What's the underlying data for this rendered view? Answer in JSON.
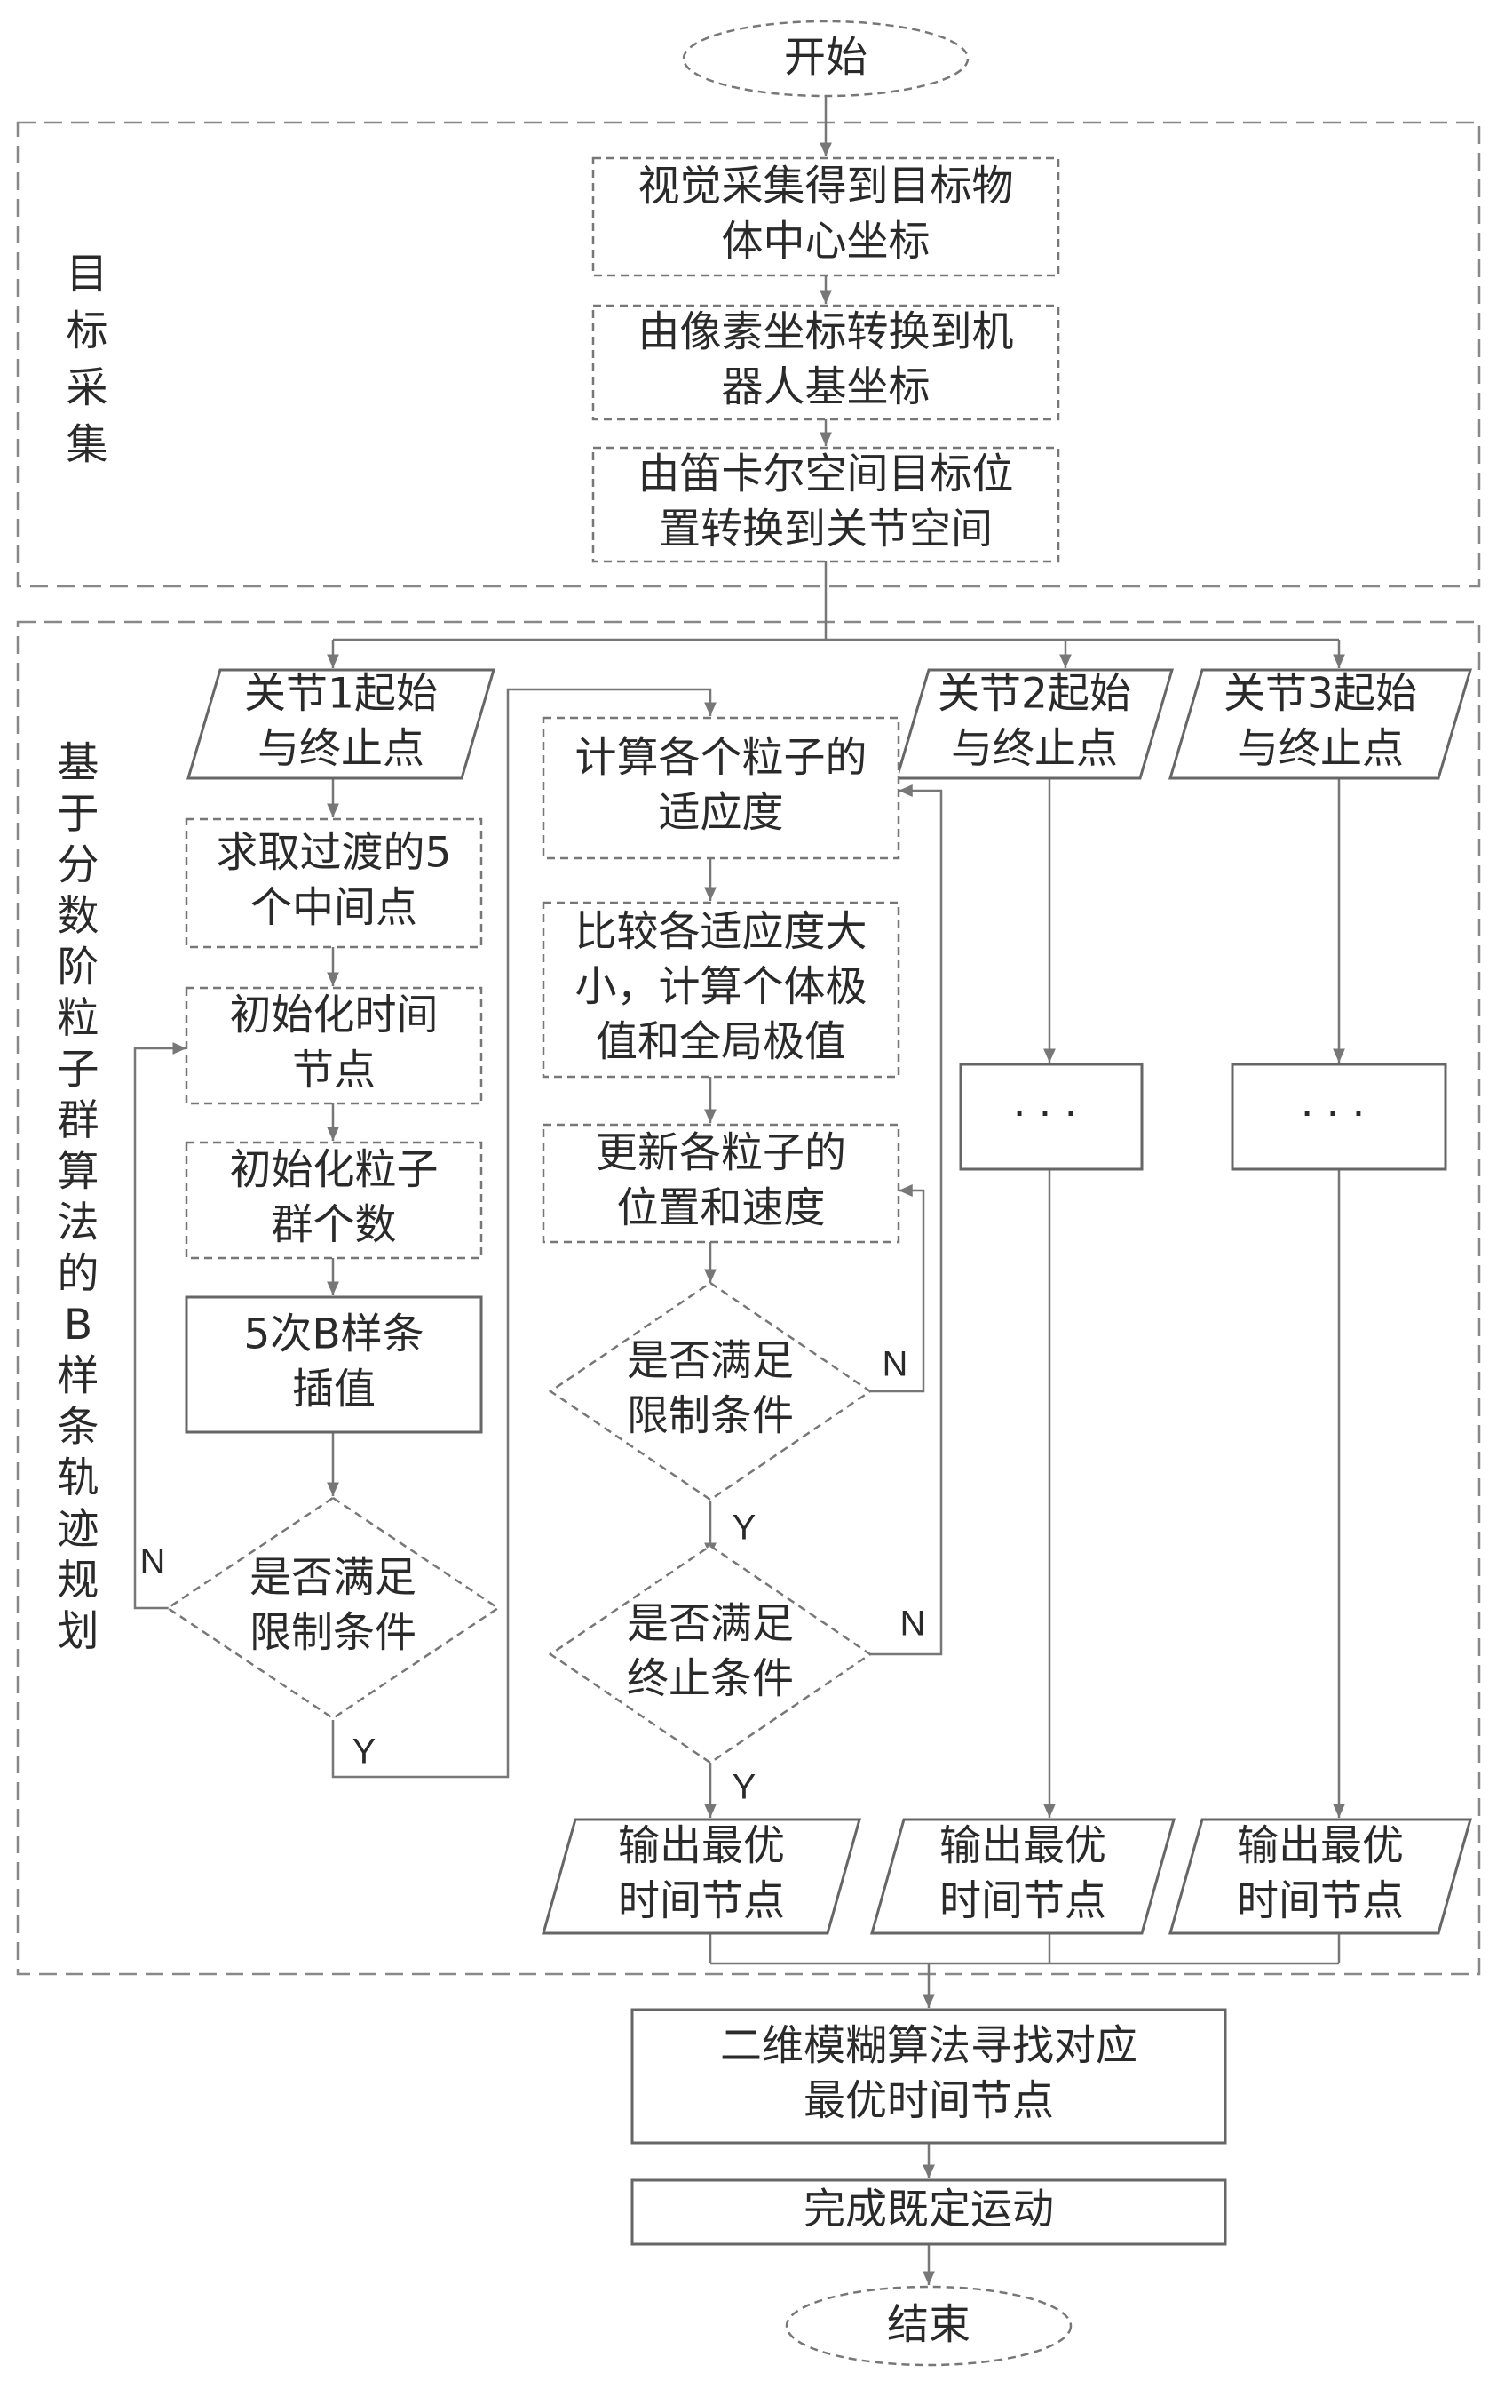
{
  "diagram": {
    "start": "开始",
    "end": "结束",
    "regions": {
      "target": "目标采集",
      "planning": "基于分数阶粒子群算法的B样条轨迹规划"
    },
    "nodes": {
      "vision": [
        "视觉采集得到目标物",
        "体中心坐标"
      ],
      "pixel_to_base": [
        "由像素坐标转换到机",
        "器人基坐标"
      ],
      "cartesian_to_joint": [
        "由笛卡尔空间目标位",
        "置转换到关节空间"
      ],
      "joint1": [
        "关节1起始",
        "与终止点"
      ],
      "joint2": [
        "关节2起始",
        "与终止点"
      ],
      "joint3": [
        "关节3起始",
        "与终止点"
      ],
      "transition_points": [
        "求取过渡的5",
        "个中间点"
      ],
      "init_time": [
        "初始化时间",
        "节点"
      ],
      "init_swarm": [
        "初始化粒子",
        "群个数"
      ],
      "bspline": [
        "5次B样条",
        "插值"
      ],
      "check_constraint_left": [
        "是否满足",
        "限制条件"
      ],
      "calc_fitness": [
        "计算各个粒子的",
        "适应度"
      ],
      "compare_fitness": [
        "比较各适应度大",
        "小，计算个体极",
        "值和全局极值"
      ],
      "update_particles": [
        "更新各粒子的",
        "位置和速度"
      ],
      "check_constraint_mid": [
        "是否满足",
        "限制条件"
      ],
      "check_termination": [
        "是否满足",
        "终止条件"
      ],
      "output_1": [
        "输出最优",
        "时间节点"
      ],
      "output_2": [
        "输出最优",
        "时间节点"
      ],
      "output_3": [
        "输出最优",
        "时间节点"
      ],
      "ellipsis_2": "···",
      "ellipsis_3": "···",
      "fuzzy": [
        "二维模糊算法寻找对应",
        "最优时间节点"
      ],
      "complete": "完成既定运动"
    },
    "edge_labels": {
      "yes": "Y",
      "no": "N"
    }
  }
}
